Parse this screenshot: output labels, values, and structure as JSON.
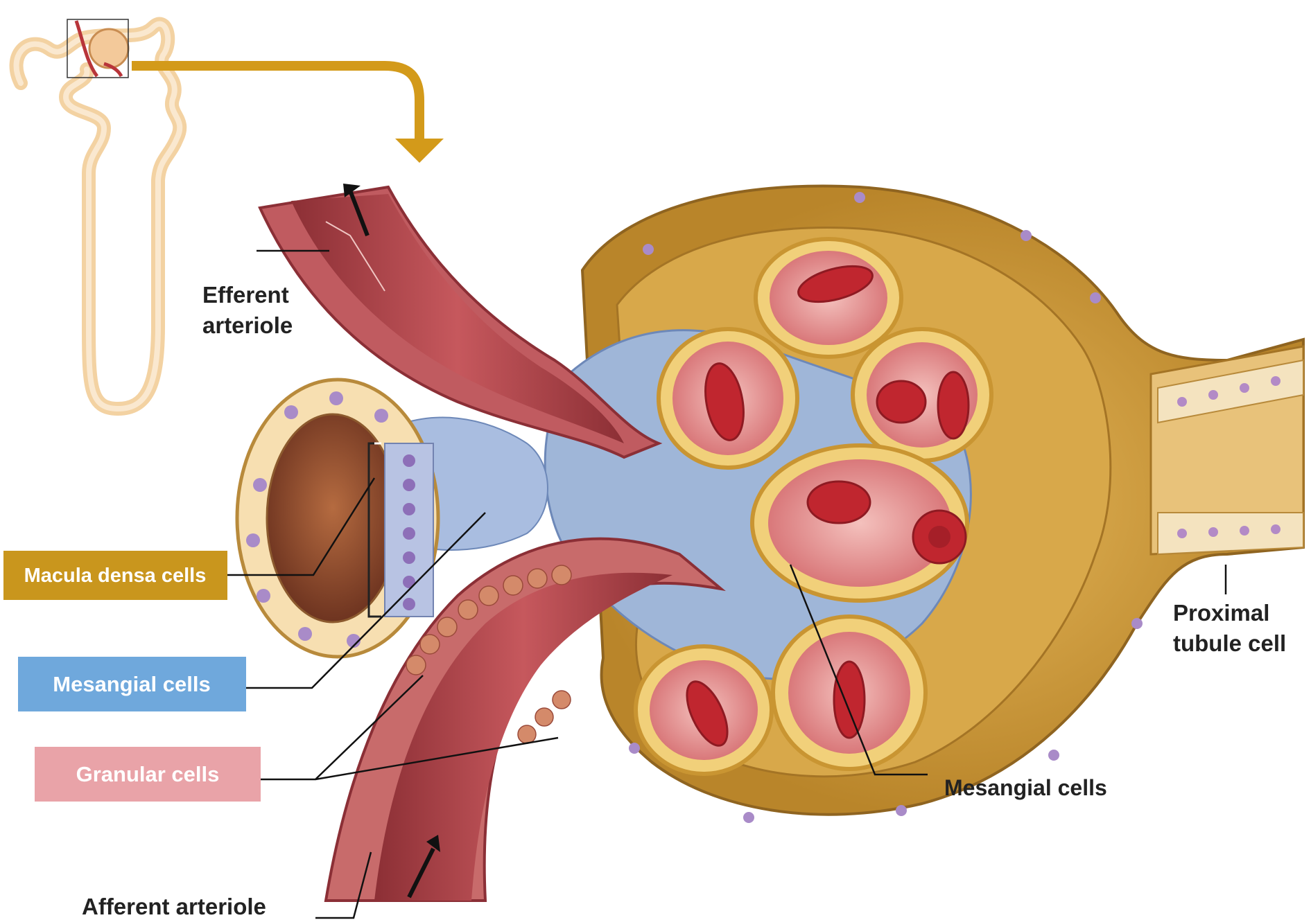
{
  "labels": {
    "efferent_line1": "Efferent",
    "efferent_line2": "arteriole",
    "macula_densa": "Macula densa cells",
    "mesangial_left": "Mesangial cells",
    "granular": "Granular cells",
    "mesangial_right": "Mesangial cells",
    "proximal_line1": "Proximal",
    "proximal_line2": "tubule cell",
    "afferent": "Afferent arteriole"
  },
  "colors": {
    "macula_box": "#c9961d",
    "mesangial_box": "#6fa8dc",
    "granular_box": "#e9a3a8",
    "arrow": "#d39a1a",
    "capsule": "#c99a3e",
    "vessel": "#a8454a",
    "rbc": "#c0262f"
  }
}
